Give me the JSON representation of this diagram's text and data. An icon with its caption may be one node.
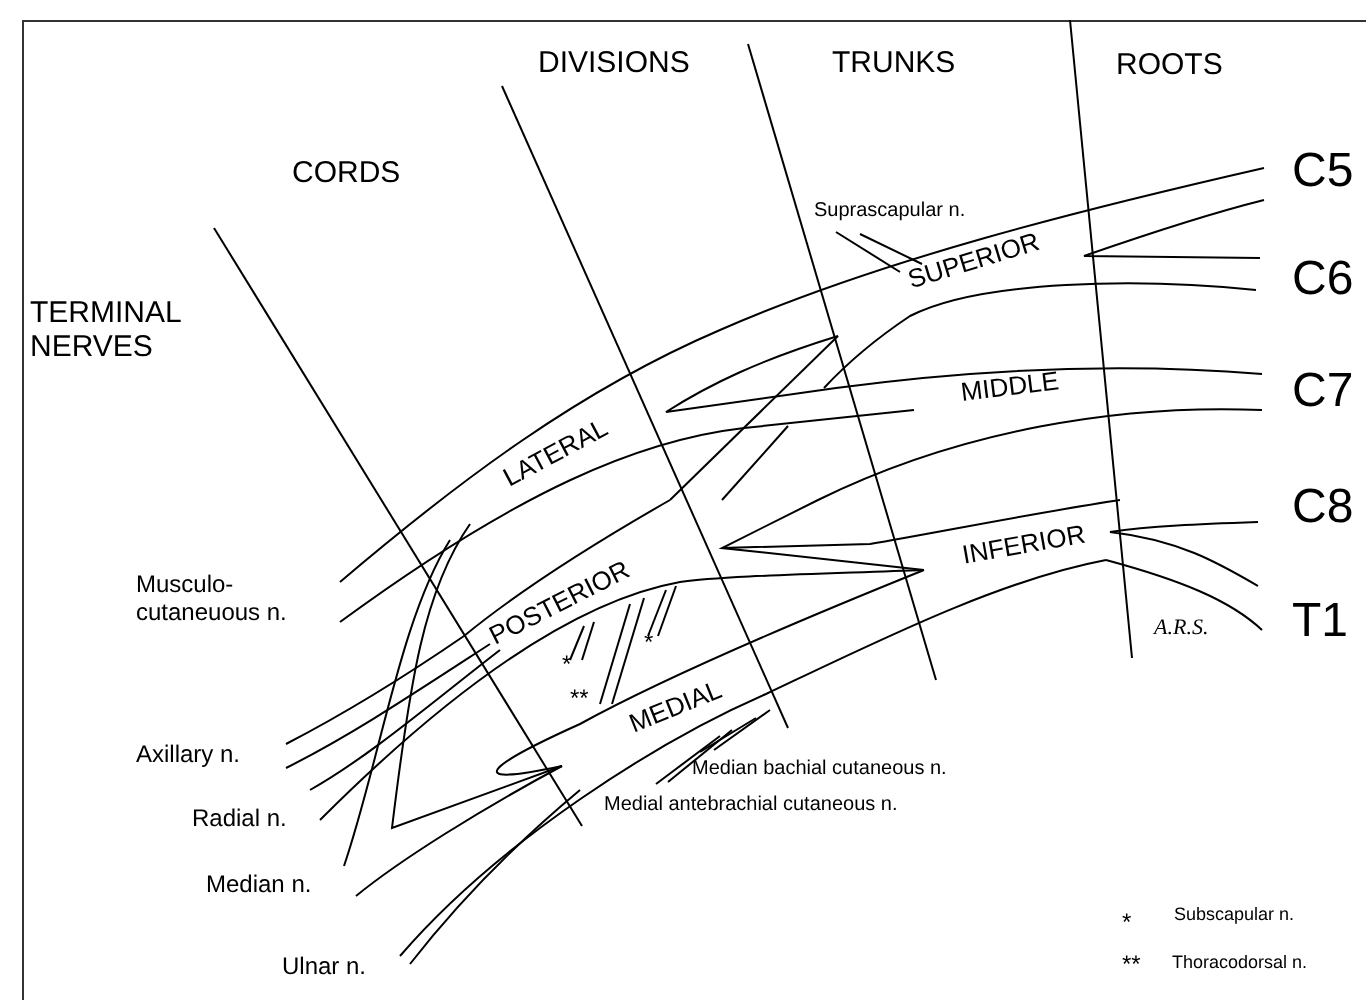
{
  "diagram": {
    "labels": [
      "DIVISIONS",
      "TRUNKS",
      "ROOTS",
      "CORDS",
      "C5",
      "Suprascapular n.",
      "SUPERIOR",
      "C6",
      "TERMINAL NERVES",
      "C7",
      "MIDDLE",
      "LATERAL",
      "C8",
      "INFERIOR",
      "Musculo- cutaneuous n.",
      "POSTERIOR",
      "T1",
      "A.R.S.",
      "*",
      "*",
      "**",
      "MEDIAL",
      "Axillary n.",
      "Median bachial cutaneous n.",
      "Medial antebrachial cutaneous n.",
      "Radial n.",
      "Median n.",
      "Ulnar n.",
      "*",
      "Subscapular n.",
      "**",
      "Thoracodorsal n."
    ]
  }
}
